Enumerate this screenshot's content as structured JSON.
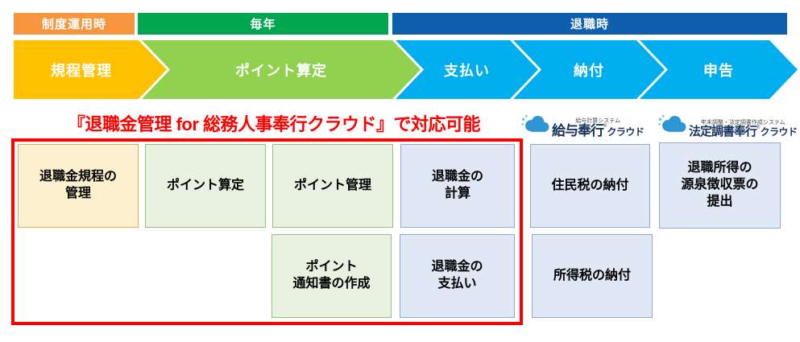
{
  "phases": [
    {
      "label": "制度運用時",
      "color": "#F7953F"
    },
    {
      "label": "毎年",
      "color": "#00A650"
    },
    {
      "label": "退職時",
      "color": "#0E5FAD"
    }
  ],
  "steps": [
    {
      "label": "規程管理",
      "color": "#FFC000"
    },
    {
      "label": "ポイント算定",
      "color": "#92D050"
    },
    {
      "label": "支払い",
      "color": "#00AEEF"
    },
    {
      "label": "納付",
      "color": "#00AEEF"
    },
    {
      "label": "申告",
      "color": "#00AEEF"
    }
  ],
  "callout": {
    "title": "『退職金管理 for 総務人事奉行クラウド』で対応可能",
    "color": "#FF0000"
  },
  "logos": [
    {
      "caption": "給与計算システム",
      "name": "給与奉行",
      "reg": "®",
      "suffix": "クラウド"
    },
    {
      "caption": "年末調整・法定調書作成システム",
      "name": "法定調書奉行",
      "reg": "®",
      "suffix": "クラウド"
    }
  ],
  "cards": [
    {
      "label": "退職金規程の\n管理",
      "type": "gold"
    },
    {
      "label": "ポイント算定",
      "type": "green"
    },
    {
      "label": "ポイント管理",
      "type": "green"
    },
    {
      "label": "退職金の\n計算",
      "type": "blue"
    },
    {
      "label": "住民税の納付",
      "type": "blue"
    },
    {
      "label": "退職所得の\n源泉徴収票の\n提出",
      "type": "blue"
    },
    {
      "label": "ポイント\n通知書の作成",
      "type": "green"
    },
    {
      "label": "退職金の\n支払い",
      "type": "blue"
    },
    {
      "label": "所得税の納付",
      "type": "blue"
    }
  ],
  "colors": {
    "card_gold_bg": "#FCF0CE",
    "card_gold_border": "#D9AF5B",
    "card_green_bg": "#E9F1E1",
    "card_green_border": "#8FC378",
    "card_blue_bg": "#E0E7F5",
    "card_blue_border": "#90A8D8",
    "scope_box_border": "#FF0000",
    "logo_navy": "#16335E",
    "logo_cloud_blue": "#2E96D4",
    "logo_cloud_dot": "#6FC2EA"
  }
}
